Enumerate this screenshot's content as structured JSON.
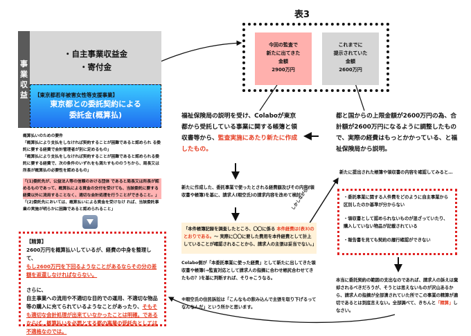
{
  "revenue": {
    "side_label": [
      "事",
      "業",
      "収",
      "益"
    ],
    "own_items": [
      "・自主事業収益金",
      "・寄付金"
    ],
    "project_label": "【東京都若年被害女性等支援事業】",
    "contract_line1": "東京都との委託契約による",
    "contract_line2": "委託金(概算払)"
  },
  "requirements": {
    "title": "概算払いのための要件",
    "p1": "「概算払により支払をしなければ契約することが困難であると認められ る委託に要する経費で会計管理者が別に定めるもの」",
    "p2": "「概算払により支払をしなければ契約することが困難であると認められる委託に要する経費で、次の条件のいずれをも満たすもののうちから、局長又は所長が概算払の必要性を認めるもの」",
    "p3": "「(1)委託先が、公益法人等の信頼のおける団体 であると局長又は所長が認めるものであって、概算払による資金の交付を受けても、当該委託に要する経費以外に流用することなく、適切な会計処理を行うことができること。」",
    "p4": "「(2)委託先においては、概算払いによる資金を受けなけ れば、当該委託事業の実施が明らかに困難であると認められること」"
  },
  "settlement": {
    "title": "【精算】",
    "l1": "2600万円を概算払いしているが、経費の中身を整理して、",
    "l2": "もし2600万円を下回るようなことがあるならその分の差額を返還しなければならない。",
    "l3": "さらに、",
    "l4": "自主事業への流用や不適切な目的での運用、不適切な物品等の購入に充てられているようなことがあったり、",
    "l5": "そもそも適切な会計処理が出来ていなかったことは明確。であるならば、概算払いを必要とする都の事業の受託先としては不適格なのでは。"
  },
  "table3": {
    "title": "表3",
    "new": [
      "今回の監査で",
      "新たに出てきた",
      "金額",
      "2900万円"
    ],
    "old": [
      "これまでに",
      "提示されていた",
      "金額",
      "2600万円"
    ]
  },
  "fukushi": {
    "text": "福祉保険局の説明を受け、Colaboが東京都から受託している事業に関する帳簿と領収書等から、",
    "red": "監査実施にあたり新たに作成したもの。"
  },
  "limit": "都と国からの上限金額が2600万円の為、合計額が2600万円になるように調整したもので、実際の経費はもっとかかっている、と福祉保険局から説明。",
  "new_docs": "新たに作成した、委託事業で使ったとされる経費額及びその内容(領収書や帳簿)を基に、請求人(暇空氏)の請求内容を改めて検討",
  "finding": {
    "a": "「本件帳簿記録を調査したところ、〇〇に係る ",
    "red": "本件経費は(表3)のとおりである。",
    "b": "〜 実際に〇〇に要した費用を本件経費として計上していることが確認されることから、請求人の主張は妥当でない。」"
  },
  "colabo": "Colabo側が「本委託事業に使った経費」として新たに出してきた領収書や帳簿(→監査対応として請求人の指摘に合わせ帳尻合わせてきたもの？)を基に判断すれば、そりゃこうなる。",
  "note": "※暇空氏の住民訴訟は「こんなもの飲み込んで主張を取り下げるってなんなんだ」という所かと思います。",
  "however": "しかしながら…",
  "confirm": "新たに提出された帳簿や領収書の内容を確認してみると…",
  "problems": [
    "・委託事業に関する人件費をどのように自主事業から区別したのか基準が分からない",
    "・領収書として認められないものが混ざっていたり、購入していない物品が記載されている",
    "・報告書を見ても契約の履行確認ができない"
  ],
  "final": {
    "a": "本当に委託契約の範囲の支出なのであれば、請求人の訴えは棄却されるべきだろうが、そうとは思えないものが沢山あるから、請求人の指摘が全部潰されていた所でこの事業の精算が適切であるとは到底言えない。全部調べて、きちんと",
    "red": "「精算」",
    "b": "しなさい。"
  }
}
